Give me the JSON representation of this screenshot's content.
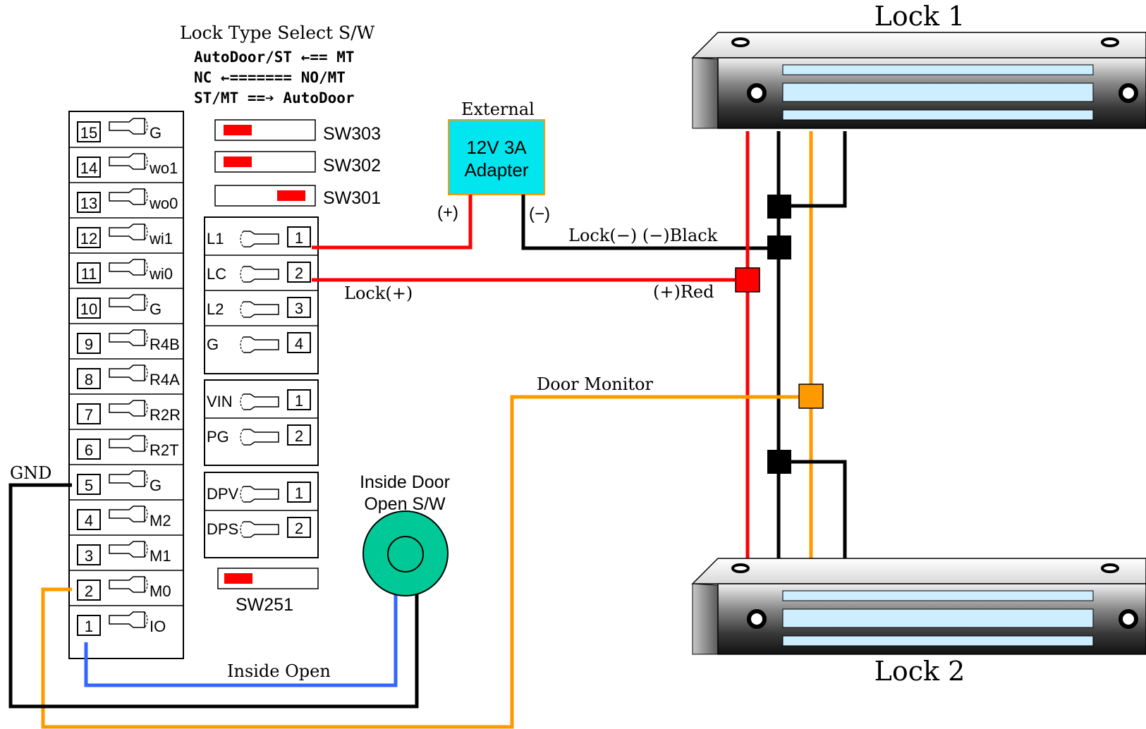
{
  "lock_type": {
    "title": "Lock Type Select S/W",
    "line1": "AutoDoor/ST ←== MT",
    "line2": "NC ←======= NO/MT",
    "line3": "ST/MT ==➔ AutoDoor"
  },
  "left_terminals": [
    {
      "num": "15",
      "label": "G"
    },
    {
      "num": "14",
      "label": "wo1"
    },
    {
      "num": "13",
      "label": "wo0"
    },
    {
      "num": "12",
      "label": "wi1"
    },
    {
      "num": "11",
      "label": "wi0"
    },
    {
      "num": "10",
      "label": "G"
    },
    {
      "num": "9",
      "label": "R4B"
    },
    {
      "num": "8",
      "label": "R4A"
    },
    {
      "num": "7",
      "label": "R2R"
    },
    {
      "num": "6",
      "label": "R2T"
    },
    {
      "num": "5",
      "label": "G"
    },
    {
      "num": "4",
      "label": "M2"
    },
    {
      "num": "3",
      "label": "M1"
    },
    {
      "num": "2",
      "label": "M0"
    },
    {
      "num": "1",
      "label": "IO"
    }
  ],
  "lock_block": [
    {
      "label": "L1",
      "num": "1"
    },
    {
      "label": "LC",
      "num": "2"
    },
    {
      "label": "L2",
      "num": "3"
    },
    {
      "label": "G",
      "num": "4"
    }
  ],
  "power_block": [
    {
      "label": "VIN",
      "num": "1"
    },
    {
      "label": "PG",
      "num": "2"
    }
  ],
  "dp_block": [
    {
      "label": "DPV",
      "num": "1"
    },
    {
      "label": "DPS",
      "num": "2"
    }
  ],
  "switches": {
    "sw303": "SW303",
    "sw302": "SW302",
    "sw301": "SW301",
    "sw251": "SW251"
  },
  "adapter": {
    "header": "External",
    "line1": "12V 3A",
    "line2": "Adapter",
    "plus": "(+)",
    "minus": "(−)"
  },
  "wire_labels": {
    "lock_minus": "Lock(−)  (−)Black",
    "lock_plus": "Lock(+)",
    "red": "(+)Red",
    "door_monitor": "Door Monitor",
    "gnd": "GND",
    "inside_open": "Inside Open"
  },
  "inside_switch": {
    "line1": "Inside Door",
    "line2": "Open S/W"
  },
  "locks": {
    "lock1": "Lock 1",
    "lock2": "Lock 2"
  },
  "colors": {
    "red_wire": "#ff0000",
    "black_wire": "#000000",
    "orange_wire": "#ff9900",
    "blue_wire": "#3366ff",
    "adapter_fill": "#00e5ee",
    "switch_fill": "#00c896",
    "lock_glass": "#cceeff"
  }
}
